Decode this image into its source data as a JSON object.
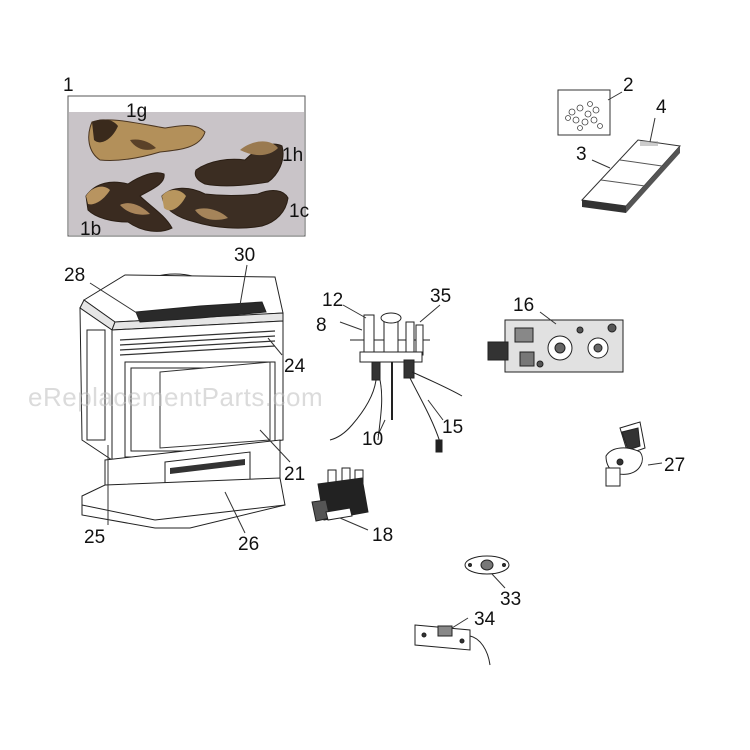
{
  "diagram": {
    "type": "exploded parts diagram",
    "watermark": "eReplacementParts.com",
    "callouts": {
      "p1": "1",
      "p1g": "1g",
      "p1h": "1h",
      "p1c": "1c",
      "p1b": "1b",
      "p2": "2",
      "p3": "3",
      "p4": "4",
      "p8": "8",
      "p10": "10",
      "p12": "12",
      "p15": "15",
      "p16": "16",
      "p18": "18",
      "p21": "21",
      "p24": "24",
      "p25": "25",
      "p26": "26",
      "p27": "27",
      "p28": "28",
      "p30": "30",
      "p33": "33",
      "p34": "34",
      "p35": "35"
    }
  }
}
